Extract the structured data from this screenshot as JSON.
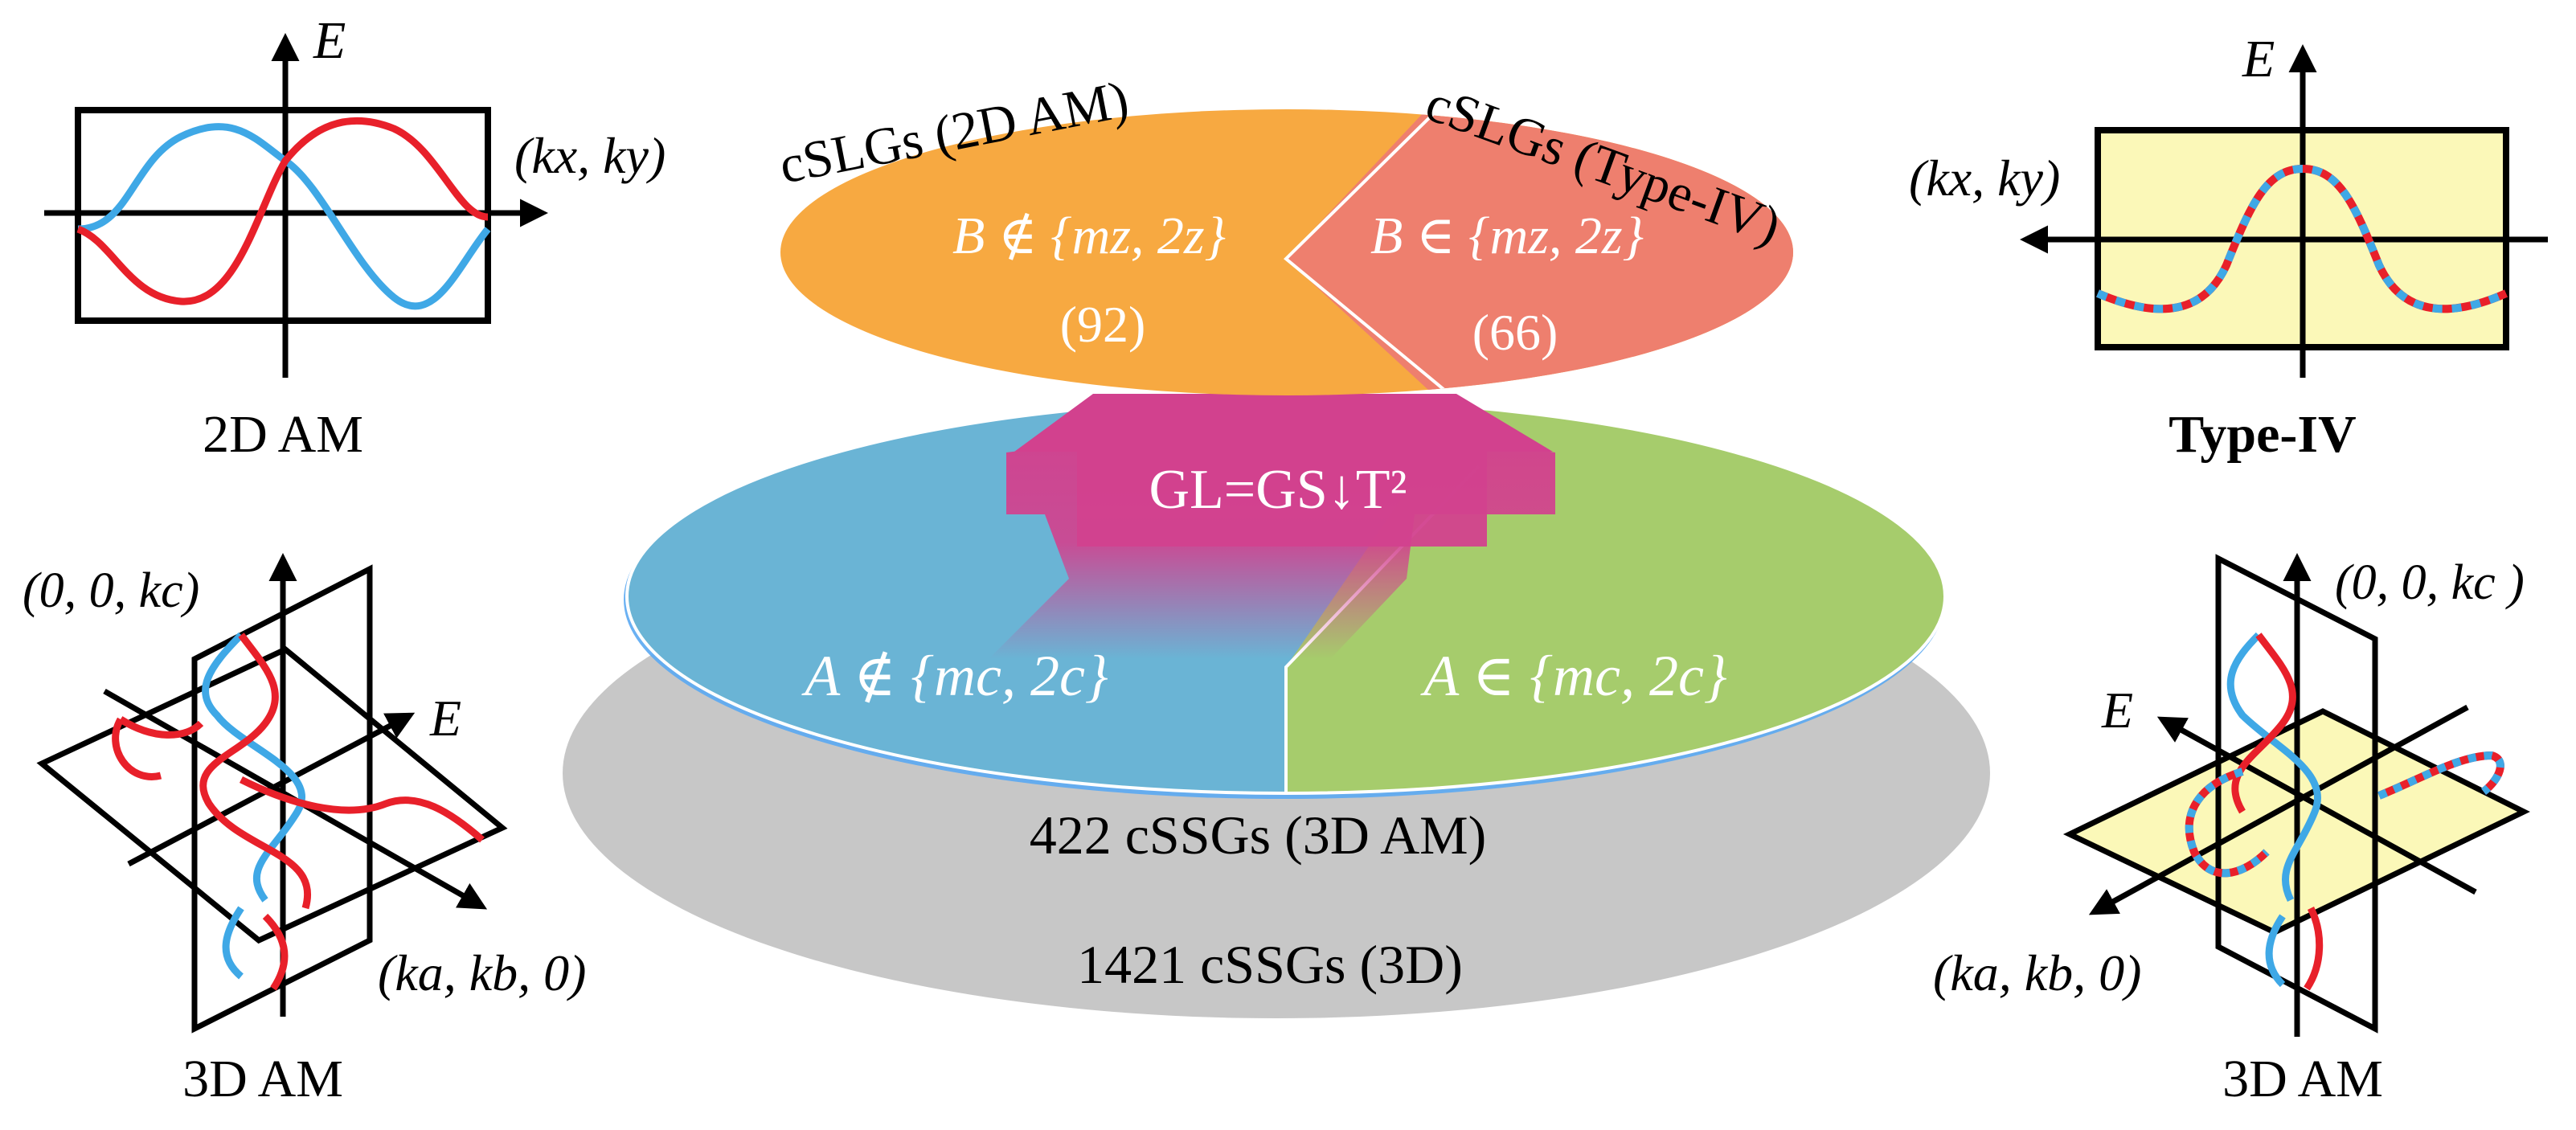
{
  "panels": {
    "top_left": {
      "caption": "2D AM",
      "y_axis_label": "E",
      "x_axis_label": "(kx, ky)"
    },
    "top_right": {
      "caption": "Type-IV",
      "y_axis_label": "E",
      "x_axis_label": "(kx, ky)"
    },
    "bottom_left": {
      "caption": "3D AM",
      "axis_c": "(0, 0, kc)",
      "axis_ab": "(ka, kb, 0)",
      "axis_e": "E"
    },
    "bottom_right": {
      "caption": "3D AM",
      "axis_c": "(0, 0, kc )",
      "axis_ab": "(ka, kb, 0)",
      "axis_e": "E"
    }
  },
  "top_ellipse": {
    "left_title": "cSLGs (2D AM)",
    "right_title": "cSLGs (Type-IV)",
    "left_condition": "B ∉ {mz, 2z}",
    "left_count": "(92)",
    "right_condition": "B ∈ {mz, 2z}",
    "right_count": "(66)"
  },
  "arrow_label": "GL=GS↓T²",
  "bottom_disc": {
    "left_condition": "A ∉ {mc, 2c}",
    "right_condition": "A ∈ {mc, 2c}",
    "inner_label": "422 cSSGs (3D AM)",
    "outer_label": "1421 cSSGs (3D)"
  },
  "colors": {
    "orange": "#F7A941",
    "salmon": "#EE7F6E",
    "blue_disc": "#6AB4D5",
    "green_disc": "#A6CC6C",
    "gray_disc": "#C7C7C7",
    "magenta": "#D2418E",
    "band_red": "#E8202A",
    "band_blue": "#3FA8E6",
    "type4_fill": "#FBF8B8"
  }
}
